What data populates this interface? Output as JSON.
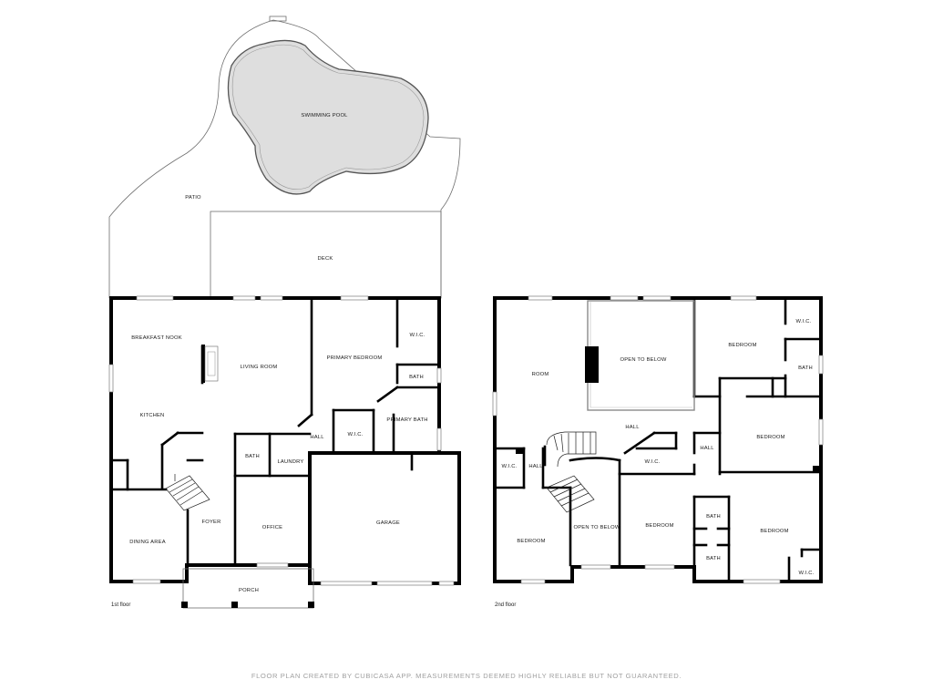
{
  "floors": [
    {
      "label": "1st floor"
    },
    {
      "label": "2nd floor"
    }
  ],
  "rooms_1st": {
    "swimming_pool": "SWIMMING POOL",
    "patio": "PATIO",
    "deck": "DECK",
    "breakfast_nook": "BREAKFAST NOOK",
    "living_room": "LIVING ROOM",
    "primary_bedroom": "PRIMARY BEDROOM",
    "wic_primary": "W.I.C.",
    "bath_primary": "BATH",
    "kitchen": "KITCHEN",
    "hall": "HALL",
    "wic_hall": "W.I.C.",
    "primary_bath": "PRIMARY BATH",
    "bath": "BATH",
    "laundry": "LAUNDRY",
    "foyer": "FOYER",
    "dining_area": "DINING AREA",
    "office": "OFFICE",
    "garage": "GARAGE",
    "porch": "PORCH"
  },
  "rooms_2nd": {
    "room": "ROOM",
    "open_to_below_top": "OPEN TO BELOW",
    "bedroom_ne": "BEDROOM",
    "wic_ne": "W.I.C.",
    "bath_ne": "BATH",
    "hall_center": "HALL",
    "bedroom_e": "BEDROOM",
    "hall_right": "HALL",
    "wic_left": "W.I.C.",
    "hall_left": "HALL",
    "wic_mid": "W.I.C.",
    "bedroom_sw": "BEDROOM",
    "open_to_below_bottom": "OPEN TO BELOW",
    "bedroom_s": "BEDROOM",
    "bath_s1": "BATH",
    "bath_s2": "BATH",
    "bedroom_se": "BEDROOM",
    "wic_se": "W.I.C."
  },
  "footer": {
    "disclaimer": "FLOOR PLAN CREATED BY CUBICASA APP. MEASUREMENTS DEEMED HIGHLY RELIABLE BUT NOT GUARANTEED."
  }
}
